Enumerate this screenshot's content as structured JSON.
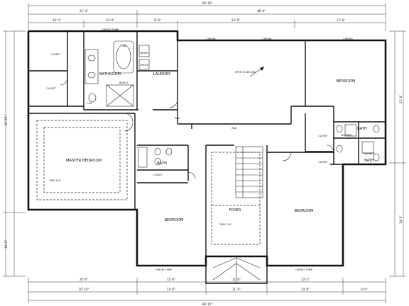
{
  "rooms": {
    "bathroom": "BATHROOM",
    "laundry": "LAUNDRY",
    "master_bedroom": "MASTER BEDROOM",
    "bedroom_ne": "BEDROOM",
    "bedroom_sw": "BEDROOM",
    "bedroom_se": "BEDROOM",
    "foyer": "FOYER",
    "bath_1": "BATH",
    "bath_2": "BATH",
    "bath_3": "BATH",
    "open_to_below": "OPEN TO BELOW"
  },
  "labels": {
    "closet": "CLOSET",
    "tray_clg": "TRAY CLG.",
    "shower": "SHOWER",
    "rail": "RAIL",
    "office": "OFFICE",
    "tub": "TUB",
    "dryer": "DRYER",
    "bench": "BENCH",
    "linen": "LIN",
    "window": "CHRT45",
    "window_temp": "CHRT45 TEMP"
  },
  "dimensions": {
    "overall_top": "69'-10\"",
    "overall_bottom": "69'-10\"",
    "top_left": "21'-4\"",
    "top_right": "48'-4\"",
    "top_seg_1": "10'-2\"",
    "top_seg_2": "10'-0\"",
    "top_seg_3": "8'-0\"",
    "top_seg_4": "22'-0\"",
    "top_seg_5": "17'-4\"",
    "left_upper": "20'-10\"",
    "left_lower": "10'-0\"",
    "right_upper": "21'-4\"",
    "right_lower": "14'-0\"",
    "bottom_seg_1": "20'-10\"",
    "bottom_seg_2": "14'-6\"",
    "bottom_seg_3": "11'-6\"",
    "bottom_seg_4": "14'-0\"",
    "bottom_seg_5": "9'-0\"",
    "row2_seg_1": "20'-0\"",
    "row2_seg_2": "11'-6\"",
    "row2_seg_3": "11'-6\"",
    "row2_seg_4": "13'-2\""
  }
}
